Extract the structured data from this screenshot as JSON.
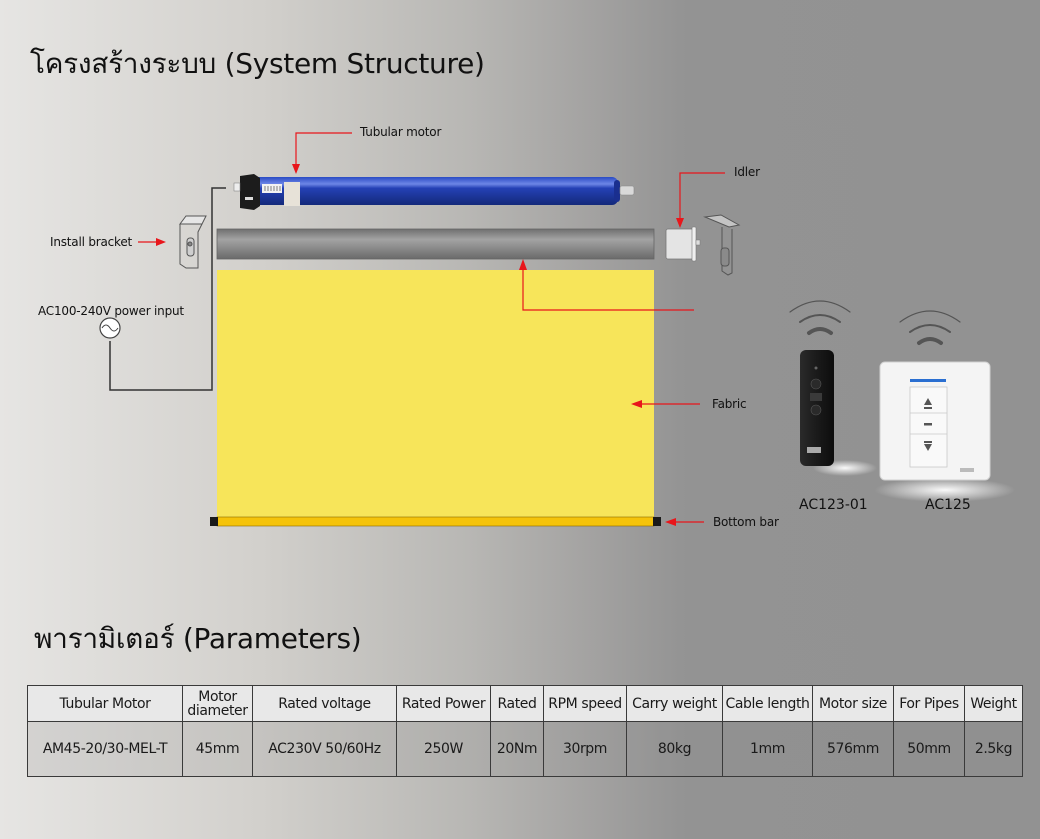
{
  "section_structure": {
    "title": "โครงสร้างระบบ (System Structure)"
  },
  "diagram": {
    "labels": {
      "tubular_motor": "Tubular motor",
      "idler": "Idler",
      "install_bracket": "Install bracket",
      "power_input": "AC100-240V power input",
      "fabric": "Fabric",
      "bottom_bar": "Bottom bar"
    },
    "colors": {
      "motor_blue": "#1f3aa6",
      "fabric_yellow": "#f7e55a",
      "bottom_bar_yellow": "#f5c30a",
      "arrow_red": "#e8161b",
      "roller_gray": "#8a8a8a",
      "switch_indicator_blue": "#2a6fd1"
    },
    "controllers": [
      {
        "model": "AC123-01",
        "type": "handheld-remote"
      },
      {
        "model": "AC125",
        "type": "wall-switch"
      }
    ]
  },
  "section_parameters": {
    "title": "พารามิเตอร์ (Parameters)"
  },
  "parameters_table": {
    "headers": [
      "Tubular Motor",
      "Motor diameter",
      "Rated voltage",
      "Rated Power",
      "Rated",
      "RPM speed",
      "Carry weight",
      "Cable length",
      "Motor size",
      "For Pipes",
      "Weight"
    ],
    "header_two_line": {
      "line1": "Motor",
      "line2": "diameter"
    },
    "rows": [
      [
        "AM45-20/30-MEL-T",
        "45mm",
        "AC230V 50/60Hz",
        "250W",
        "20Nm",
        "30rpm",
        "80kg",
        "1mm",
        "576mm",
        "50mm",
        "2.5kg"
      ]
    ]
  }
}
